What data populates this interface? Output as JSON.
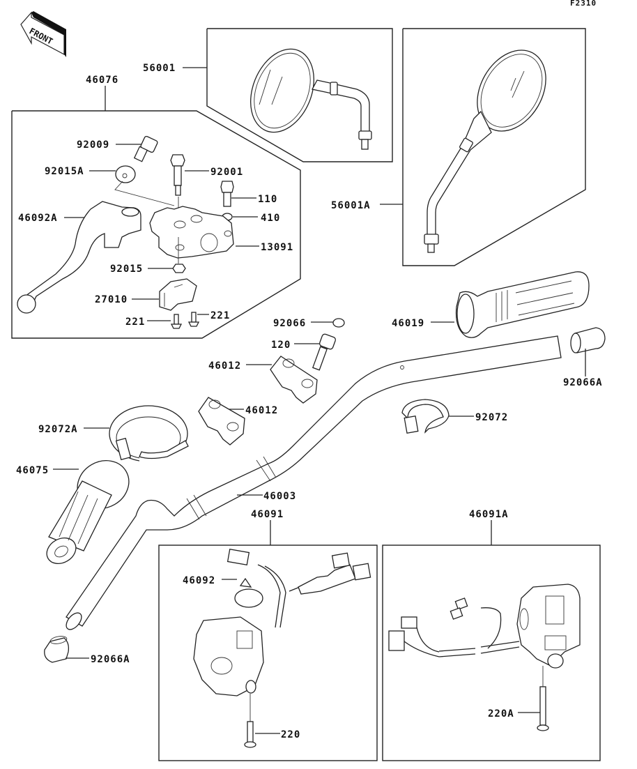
{
  "figure_id": "F2310",
  "front_label": "FRONT",
  "parts": {
    "p56001": "56001",
    "p56001A": "56001A",
    "p46076": "46076",
    "p92009": "92009",
    "p92015A": "92015A",
    "p92001": "92001",
    "p110": "110",
    "p410": "410",
    "p46092A": "46092A",
    "p13091": "13091",
    "p92015": "92015",
    "p27010": "27010",
    "p221a": "221",
    "p221b": "221",
    "p92066": "92066",
    "p120": "120",
    "p46019": "46019",
    "p46012a": "46012",
    "p46012b": "46012",
    "p92066A_right": "92066A",
    "p92072A": "92072A",
    "p92072": "92072",
    "p46075": "46075",
    "p46003": "46003",
    "p46091": "46091",
    "p46091A": "46091A",
    "p46092": "46092",
    "p220": "220",
    "p220A": "220A",
    "p92066A_left": "92066A"
  }
}
